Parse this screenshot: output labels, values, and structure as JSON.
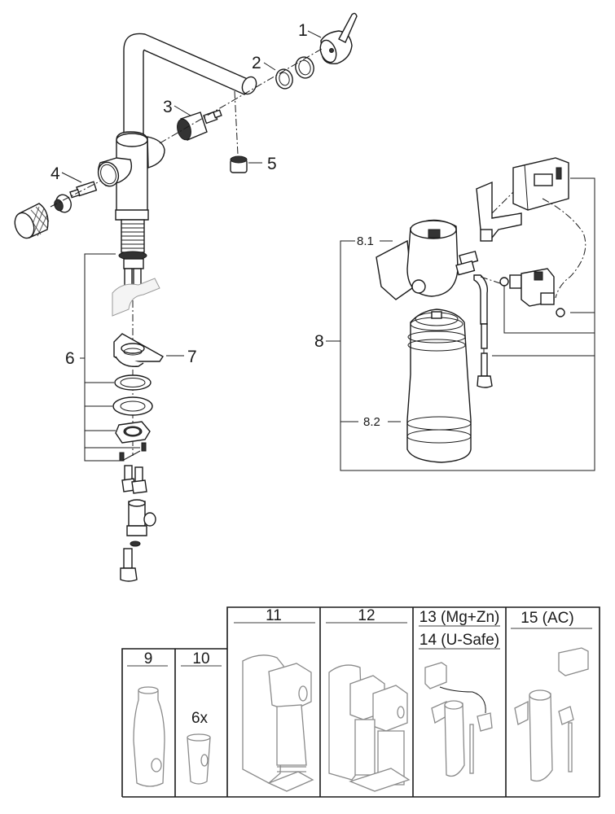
{
  "diagram": {
    "type": "exploded-parts-view",
    "faucet_parts": [
      {
        "id": "1",
        "label": "1",
        "name": "lever-handle"
      },
      {
        "id": "2",
        "label": "2",
        "name": "aerator-seals"
      },
      {
        "id": "3",
        "label": "3",
        "name": "cartridge"
      },
      {
        "id": "4",
        "label": "4",
        "name": "side-valve-spindle"
      },
      {
        "id": "5",
        "label": "5",
        "name": "aerator"
      },
      {
        "id": "6",
        "label": "6",
        "name": "mounting-set"
      },
      {
        "id": "7",
        "label": "7",
        "name": "mounting-bracket"
      }
    ],
    "filter_group": {
      "label": "8",
      "sub_parts": [
        {
          "id": "8.1",
          "label": "8.1",
          "name": "filter-head"
        },
        {
          "id": "8.2",
          "label": "8.2",
          "name": "filter-cartridge"
        }
      ]
    },
    "accessories": [
      {
        "id": "9",
        "label": "9",
        "name": "bottle"
      },
      {
        "id": "10",
        "label": "10",
        "quantity_label": "6x",
        "name": "glasses"
      },
      {
        "id": "11",
        "label": "11",
        "name": "cooler-single"
      },
      {
        "id": "12",
        "label": "12",
        "name": "cooler-double"
      },
      {
        "id": "13",
        "label": "13 (Mg+Zn)",
        "name": "filter-kit-mg-zn"
      },
      {
        "id": "14",
        "label": "14 (U-Safe)",
        "name": "filter-kit-u-safe"
      },
      {
        "id": "15",
        "label": "15 (AC)",
        "name": "filter-kit-ac"
      }
    ]
  }
}
